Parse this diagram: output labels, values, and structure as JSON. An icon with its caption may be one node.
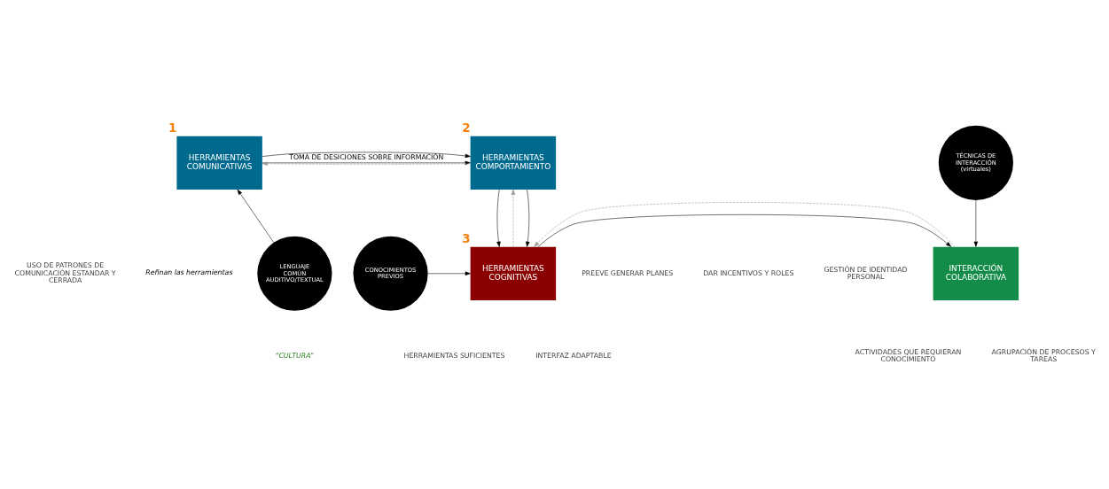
{
  "diagram": {
    "nodes": [
      {
        "text": [
          "HERRAMIENTAS COMUNICATIVAS"
        ],
        "beside": [
          "1"
        ]
      },
      {
        "text": [
          "HERRAMIENTAS COMPORTAMIENTO"
        ],
        "beside": [
          "2"
        ]
      },
      {
        "text": [
          "TÉCNICAS DE INTERACCIÓN (virtuales)"
        ]
      },
      {
        "text": [
          "LENGUAJE COMÚN AUDITIVO/TEXTUAL"
        ]
      },
      {
        "text": [
          "CONOCIMIENTOS PREVIOS"
        ]
      },
      {
        "text": [
          "HERRAMIENTAS COGNITIVAS"
        ],
        "beside": [
          "3"
        ]
      },
      {
        "text": [
          "INTERACCIÓN COLABORATIVA"
        ]
      }
    ],
    "edges": [
      {
        "from": 1,
        "to": 0,
        "arrow": "to",
        "style": "dashed",
        "color": "#999999"
      },
      {
        "from": 0,
        "to": 1,
        "arrow": "to",
        "label": "TOMA DE DESICIONES SOBRE INFORMACIÓN"
      },
      {
        "from": 0,
        "to": 1,
        "arrow": "to"
      },
      {
        "from": 1,
        "to": 5,
        "arrow": "to"
      },
      {
        "from": 5,
        "to": 1,
        "arrow": "to",
        "style": "dashed",
        "color": "#999999"
      },
      {
        "from": 1,
        "to": 5,
        "arrow": "to"
      },
      {
        "from": 2,
        "to": 6,
        "arrow": "to"
      },
      {
        "from": 3,
        "to": 0,
        "arrow": "to"
      },
      {
        "from": 4,
        "to": 5,
        "arrow": "to"
      },
      {
        "from": 5,
        "to": 6,
        "arrow": "to"
      },
      {
        "from": 6,
        "to": 5,
        "arrow": "to",
        "style": "dashed",
        "color": "#999999"
      }
    ],
    "labels": [
      "USO DE PATRONES DE COMUNICACIÓN ESTANDAR Y CERRADA",
      "PREEVE GENERAR PLANES",
      "DAR INCENTIVOS Y ROLES",
      "GESTIÓN DE IDENTIDAD PERSONAL",
      "Refinan las herramientas",
      "INTERFAZ ADAPTABLE",
      "HERRAMIENTAS SUFICIENTES",
      "AGRUPACIÓN DE PROCESOS Y TAREAS",
      "ACTIVIDADES QUE REQUIERAN CONOCIMIENTO",
      "“CULTURA”"
    ]
  }
}
